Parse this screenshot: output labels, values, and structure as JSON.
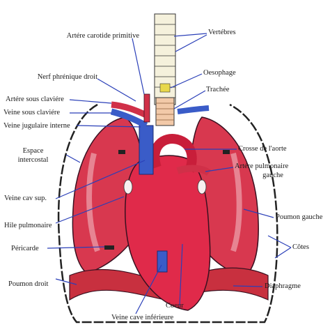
{
  "labels": {
    "vertebres": "Vertébres",
    "artere_carotide": "Artére carotide primitive",
    "oesophage": "Oesophage",
    "nerf_phrenique": "Nerf phrénique droit",
    "trachee": "Trachée",
    "artere_sous_claviere": "Artére sous claviére",
    "veine_sous_claviere": "Veine sous claviére",
    "veine_jugulaire": "Veine jugulaire interne",
    "espace_intercostal_1": "Espace",
    "espace_intercostal_2": "intercostal",
    "crosse_aorte": "Crosse de l'aorte",
    "artere_pulmonaire_1": "Artére pulmonaire",
    "artere_pulmonaire_2": "gauche",
    "veine_cav_sup": "Veine cav sup.",
    "poumon_gauche": "Poumon gauche",
    "hile_pulmonaire": "Hile pulmonaire",
    "cotes": "Côtes",
    "pericarde": "Péricarde",
    "diaphragme": "Diaphragme",
    "poumon_droit": "Poumon droit",
    "coeur": "Coeur",
    "veine_cave_inf": "Veine cave inférieure"
  },
  "colors": {
    "leader_line": "#2a3fb8",
    "lung": "#d8384f",
    "heart": "#e02a4a",
    "vessel_blue": "#3a5cc8",
    "outline": "#222222"
  }
}
